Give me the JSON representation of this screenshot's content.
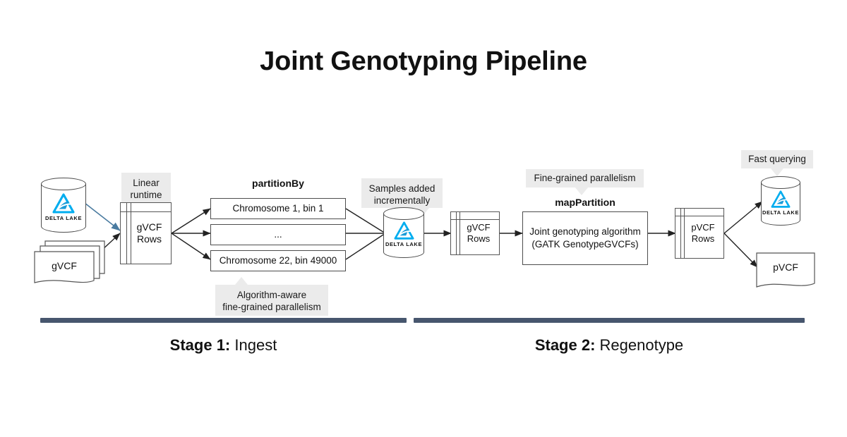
{
  "title": "Joint Genotyping Pipeline",
  "colors": {
    "callout_bg": "#ebebeb",
    "divider": "#47566e",
    "delta_lake_blue": "#00ADEF",
    "delta_lake_blue_dark": "#1B9CD8",
    "blue_arrow": "#4a7ba0",
    "stroke": "#4d4d4d"
  },
  "stage1": {
    "sources": {
      "delta_lake_label": "DELTA LAKE",
      "gvcf_files_label": "gVCF"
    },
    "callouts": {
      "linear_runtime": "Linear\nruntime",
      "algorithm_aware": "Algorithm-aware\nfine-grained parallelism",
      "samples_added": "Samples added\nincrementally"
    },
    "gvcf_rows_label": "gVCF\nRows",
    "partition_heading": "partitionBy",
    "partitions": [
      "Chromosome 1, bin 1",
      "...",
      "Chromosome 22, bin 49000"
    ],
    "sink_delta_lake_label": "DELTA LAKE",
    "bar_label_bold": "Stage 1:",
    "bar_label_rest": " Ingest"
  },
  "stage2": {
    "gvcf_rows_label": "gVCF\nRows",
    "callouts": {
      "fine_grained": "Fine-grained parallelism",
      "fast_querying": "Fast querying"
    },
    "map_heading": "mapPartition",
    "algorithm_box": "Joint genotyping algorithm\n(GATK GenotypeGVCFs)",
    "pvcf_rows_label": "pVCF\nRows",
    "outputs": {
      "delta_lake_label": "DELTA LAKE",
      "pvcf_file_label": "pVCF"
    },
    "bar_label_bold": "Stage 2:",
    "bar_label_rest": " Regenotype"
  }
}
